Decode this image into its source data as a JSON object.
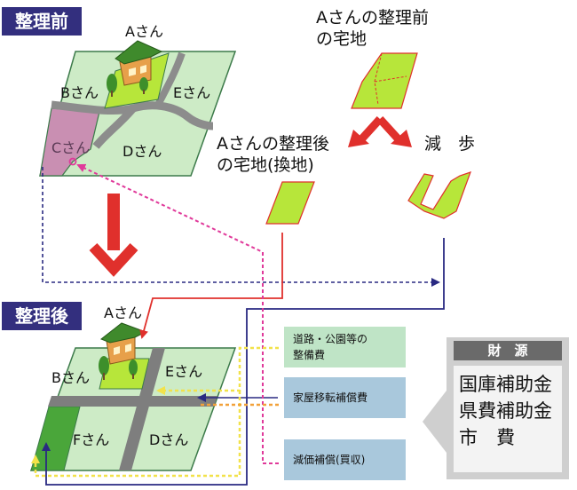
{
  "before": {
    "badge": "整理前",
    "lot_a": "Aさん",
    "lot_b": "Bさん",
    "lot_c": "Cさん",
    "lot_d": "Dさん",
    "lot_e": "Eさん"
  },
  "after": {
    "badge": "整理後",
    "lot_a": "Aさん",
    "lot_b": "Bさん",
    "lot_d": "Dさん",
    "lot_e": "Eさん",
    "lot_f": "Fさん"
  },
  "flow": {
    "original_land": [
      "Aさんの整理前",
      "の宅地"
    ],
    "replot_land": [
      "Aさんの整理後",
      "の宅地(換地)"
    ],
    "reduction": "減　歩"
  },
  "costs": {
    "road_park": [
      "道路・公園等の",
      "整備費"
    ],
    "relocation": "家屋移転補償費",
    "depreciation": "減価補償(買収)"
  },
  "funding": {
    "header": "財　源",
    "items": [
      "国庫補助金",
      "県費補助金",
      "市　費"
    ]
  },
  "colors": {
    "badge": "#332f7e",
    "lot_green": "#cdebc6",
    "lot_border": "#3c7a4a",
    "c_lot": "#c98fb2",
    "road": "#7e7e7e",
    "lime": "#b7e63a",
    "red": "#e0302c",
    "navy": "#2a2a82",
    "pink": "#e0399a",
    "yellow": "#f2e24a",
    "orange": "#f2a13a",
    "road_box": "#bfe4c6",
    "cost_box": "#a9c8dc"
  }
}
